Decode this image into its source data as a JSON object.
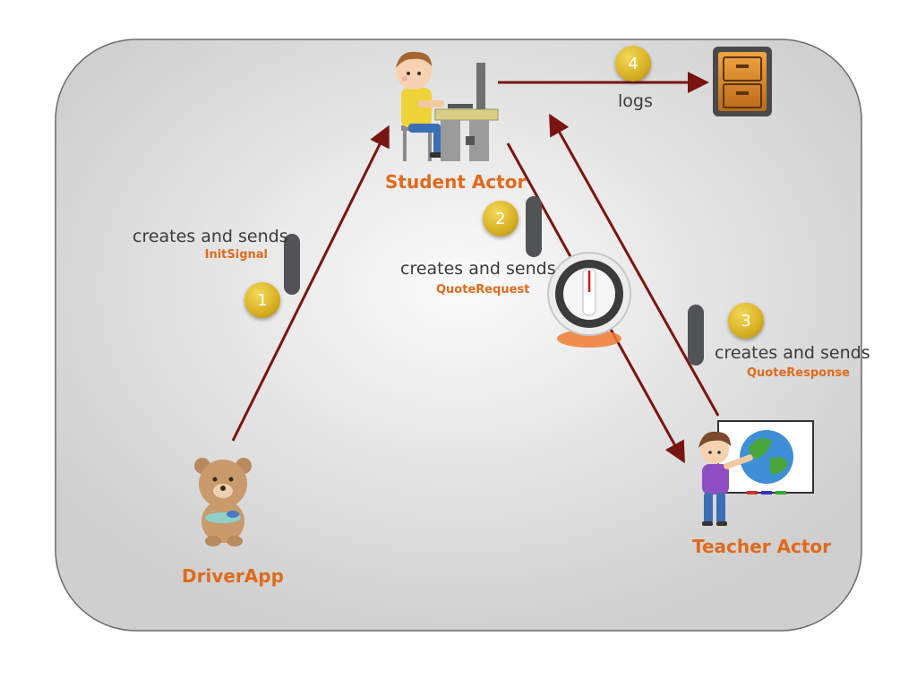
{
  "actors": {
    "student": "Student Actor",
    "teacher": "Teacher Actor",
    "driver": "DriverApp"
  },
  "steps": [
    {
      "number": "1",
      "action": "creates and sends",
      "message": "InitSignal"
    },
    {
      "number": "2",
      "action": "creates and sends",
      "message": "QuoteRequest"
    },
    {
      "number": "3",
      "action": "creates and sends",
      "message": "QuoteResponse"
    },
    {
      "number": "4",
      "action": "logs"
    }
  ],
  "colors": {
    "arrow": "#7a1410",
    "actor_label": "#e06a1b",
    "badge": "#d7b021",
    "panel": "#e6e6e6"
  },
  "icons": {
    "driver": "teddy-bear-icon",
    "student": "student-at-computer-icon",
    "teacher": "teacher-with-globe-icon",
    "log_store": "file-cabinet-icon",
    "timer": "stopwatch-timer-icon"
  }
}
